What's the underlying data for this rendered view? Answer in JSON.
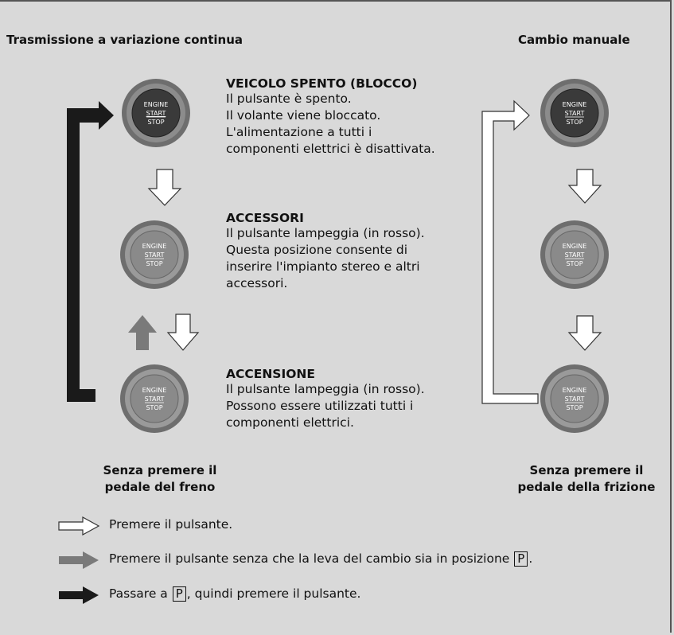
{
  "headings": {
    "left": "Trasmissione a variazione continua",
    "right": "Cambio manuale"
  },
  "button_labels": {
    "line1": "ENGINE",
    "line2": "START",
    "line3": "STOP"
  },
  "states": [
    {
      "title": "VEICOLO SPENTO (BLOCCO)",
      "body": "Il pulsante è spento.\nIl volante viene bloccato.\nL'alimentazione a tutti i\ncomponenti elettrici è disattivata.",
      "button_lit": false
    },
    {
      "title": "ACCESSORI",
      "body": "Il pulsante lampeggia (in rosso).\nQuesta posizione consente di\ninserire l'impianto stereo e altri\naccessori.",
      "button_lit": true
    },
    {
      "title": "ACCENSIONE",
      "body": "Il pulsante lampeggia (in rosso).\nPossono essere utilizzati tutti i\ncomponenti elettrici.",
      "button_lit": true
    }
  ],
  "notes": {
    "left": "Senza premere il\npedale del freno",
    "right": "Senza premere il\npedale della frizione"
  },
  "legend": [
    {
      "arrow": "white",
      "text": "Premere il pulsante."
    },
    {
      "arrow": "gray",
      "text_before": "Premere il pulsante senza che la leva del cambio sia in posizione ",
      "box": "P",
      "text_after": "."
    },
    {
      "arrow": "black",
      "text_before": "Passare a ",
      "box": "P",
      "text_after": ", quindi premere il pulsante."
    }
  ],
  "colors": {
    "background": "#d9d9d9",
    "arrow_white": "#ffffff",
    "arrow_gray": "#7a7a7a",
    "arrow_black": "#1a1a1a",
    "button_ring": "#707070",
    "button_off_face": "#3a3a3a",
    "button_on_face": "#8a8a8a"
  }
}
